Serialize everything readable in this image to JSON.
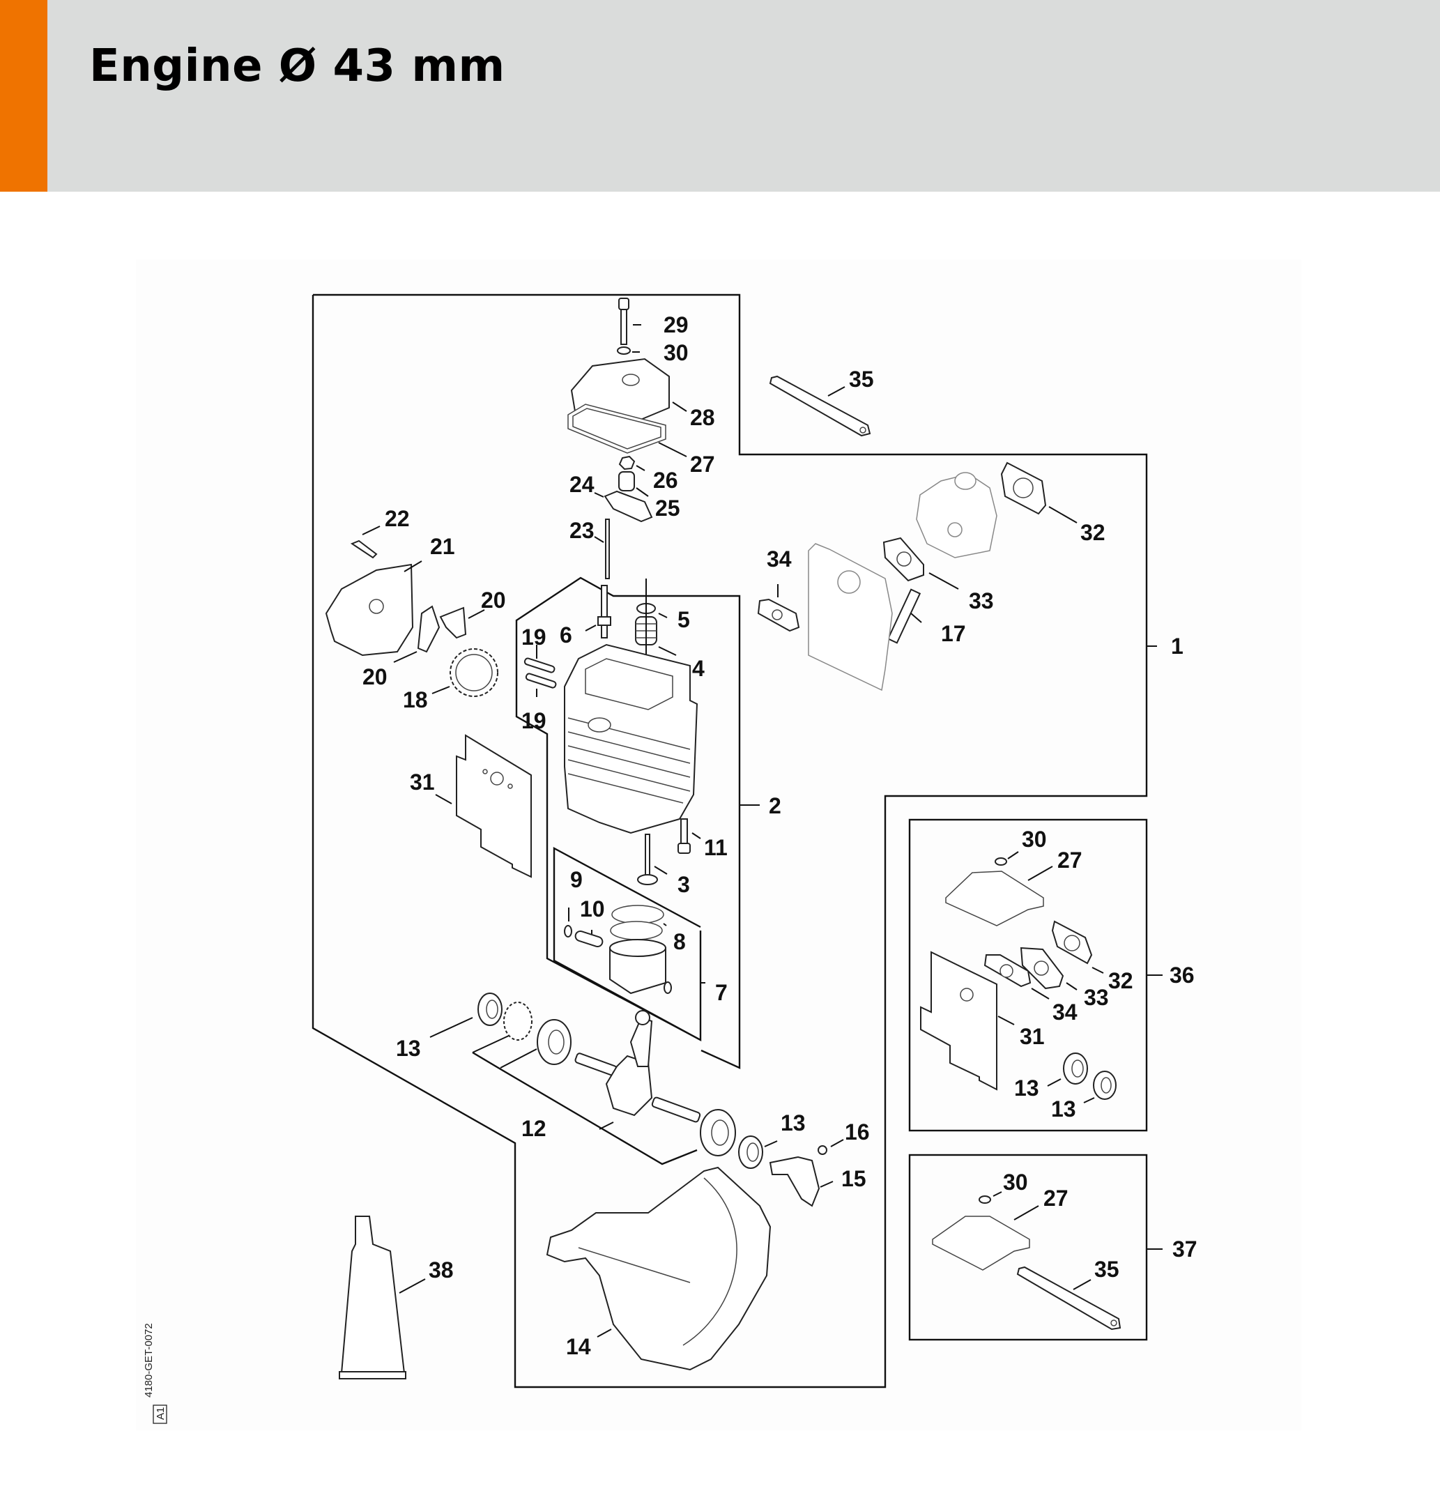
{
  "header": {
    "title": "Engine Ø 43 mm",
    "accent_color": "#ef7300",
    "background_color": "#dadcdb"
  },
  "diagram": {
    "reference_code": "4180-GET-0072",
    "revision_badge": "A1",
    "part_labels": {
      "p1": "1",
      "p2": "2",
      "p3": "3",
      "p4": "4",
      "p5": "5",
      "p6": "6",
      "p7": "7",
      "p8": "8",
      "p9": "9",
      "p10": "10",
      "p11": "11",
      "p12": "12",
      "p13a": "13",
      "p13b": "13",
      "p14": "14",
      "p15": "15",
      "p16": "16",
      "p17": "17",
      "p18": "18",
      "p19a": "19",
      "p19b": "19",
      "p20a": "20",
      "p20b": "20",
      "p21": "21",
      "p22": "22",
      "p23": "23",
      "p24": "24",
      "p25": "25",
      "p26": "26",
      "p27": "27",
      "p28": "28",
      "p29": "29",
      "p30": "30",
      "p31": "31",
      "p32": "32",
      "p33": "33",
      "p34": "34",
      "p35": "35",
      "p38": "38"
    },
    "kit_36": {
      "label": "36",
      "items": {
        "p30": "30",
        "p27": "27",
        "p32": "32",
        "p33": "33",
        "p34": "34",
        "p31": "31",
        "p13a": "13",
        "p13b": "13"
      }
    },
    "kit_37": {
      "label": "37",
      "items": {
        "p30": "30",
        "p27": "27",
        "p35": "35"
      }
    }
  }
}
